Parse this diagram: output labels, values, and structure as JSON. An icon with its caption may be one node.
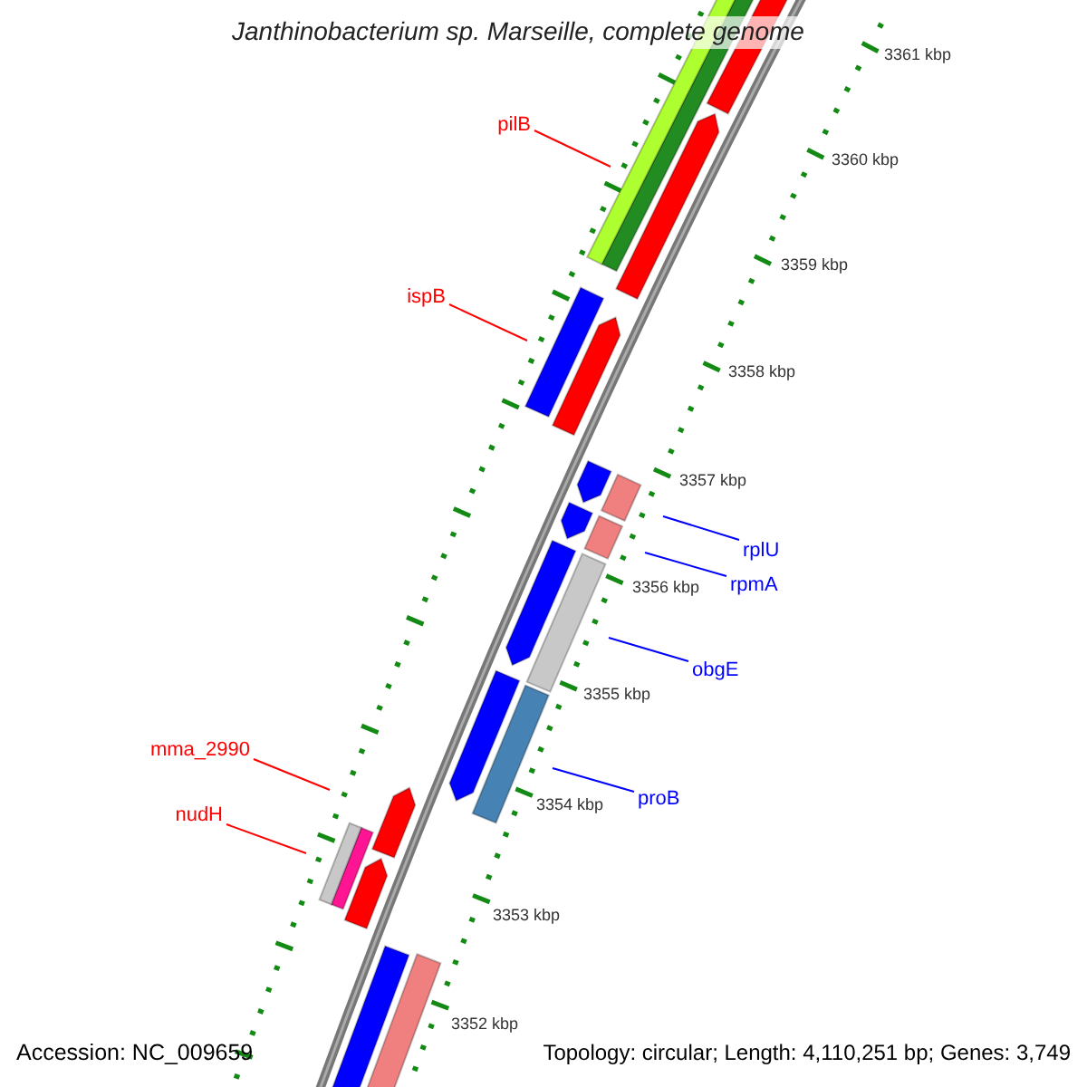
{
  "diagram": {
    "title": "Janthinobacterium sp. Marseille, complete genome",
    "nodes": [
      {
        "text": [
          "pilB"
        ]
      },
      {
        "text": [
          "ispB"
        ]
      },
      {
        "text": [
          "rplU"
        ]
      },
      {
        "text": [
          "rpmA"
        ]
      },
      {
        "text": [
          "obgE"
        ]
      },
      {
        "text": [
          "proB"
        ]
      },
      {
        "text": [
          "mma_2990"
        ]
      },
      {
        "text": [
          "nudH"
        ]
      }
    ],
    "edges": [
      {
        "from": 0,
        "to": null,
        "arrow": "none"
      },
      {
        "from": 1,
        "to": null,
        "arrow": "none"
      },
      {
        "from": 2,
        "to": null,
        "arrow": "none",
        "color": "#0000ff"
      },
      {
        "from": 3,
        "to": null,
        "arrow": "none",
        "color": "#0000ff"
      },
      {
        "from": 4,
        "to": null,
        "arrow": "none",
        "color": "#0000ff"
      },
      {
        "from": 5,
        "to": null,
        "arrow": "none",
        "color": "#0000ff"
      },
      {
        "from": 6,
        "to": null,
        "arrow": "none"
      },
      {
        "from": 7,
        "to": null,
        "arrow": "none"
      }
    ],
    "labels": [
      "3361 kbp",
      "3360 kbp",
      "3359 kbp",
      "3358 kbp",
      "3357 kbp",
      "3356 kbp",
      "3355 kbp",
      "3354 kbp",
      "3353 kbp",
      "3352 kbp",
      "Accession: NC_009659",
      "Topology: circular; Length: 4,110,251 bp; Genes: 3,749"
    ]
  }
}
